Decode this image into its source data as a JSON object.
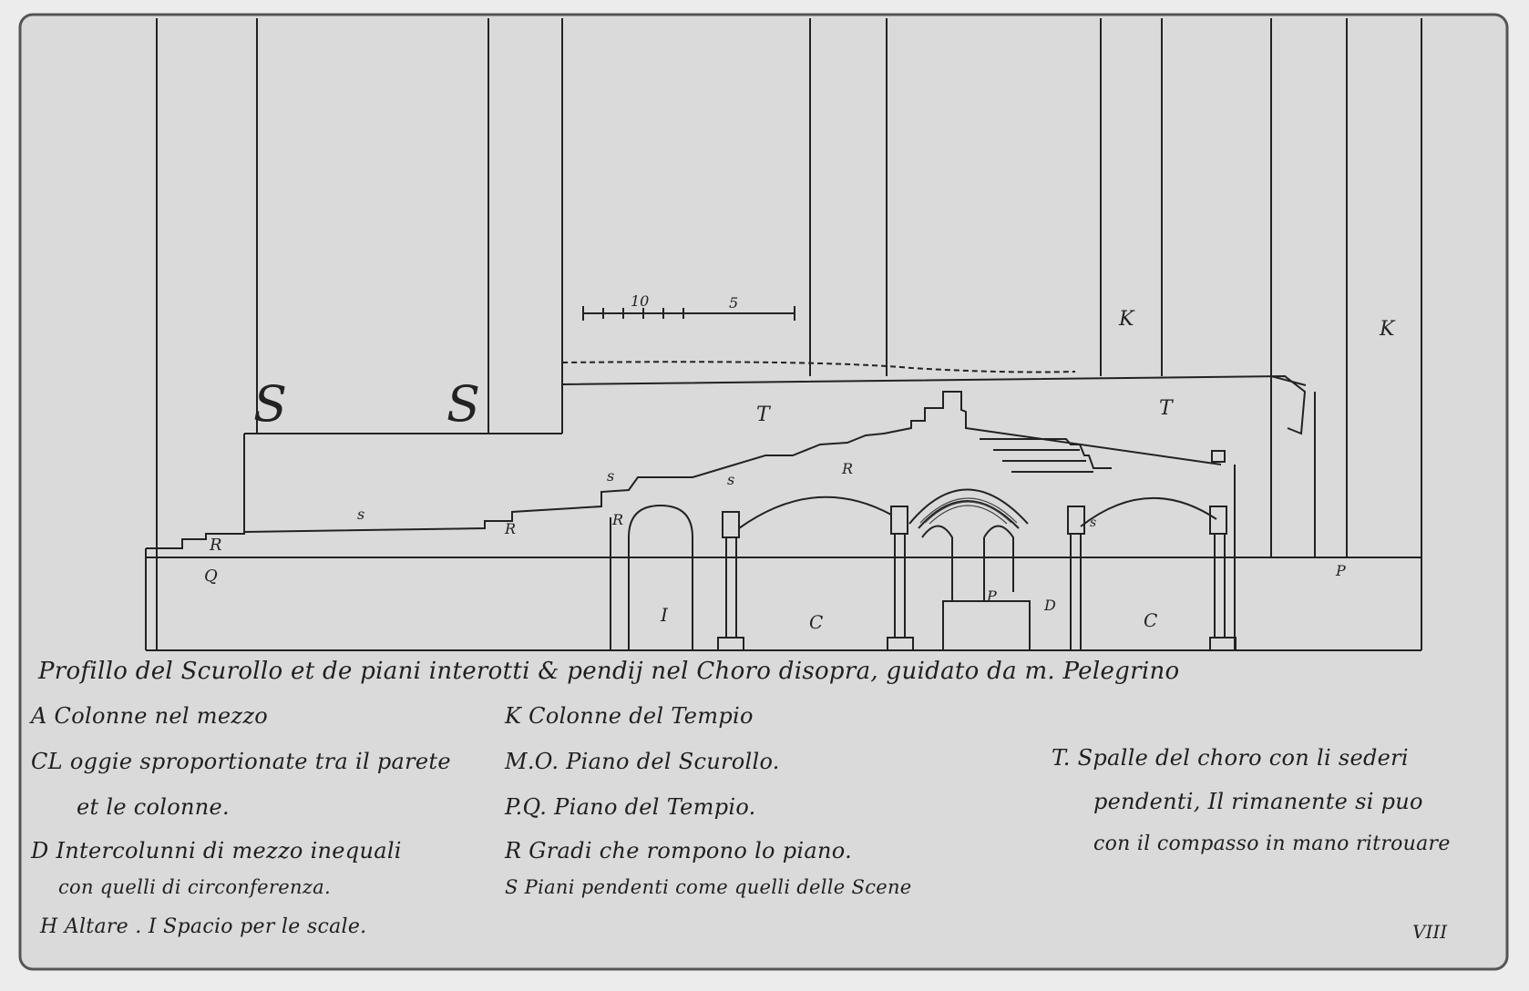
{
  "title": "Profillo del Scurollo et de piani interotti & pendij nel Choro disopra, guidato da m. Pelegrino",
  "legend": {
    "col1": [
      "A Colonne nel mezzo",
      "CL oggie sproportionate tra il parete",
      "et le colonne.",
      "D Intercolunni di mezzo inequali",
      "con quelli di circonferenza.",
      "H Altare . I Spacio per le scale."
    ],
    "col2": [
      "K Colonne del Tempio",
      "M.O. Piano del Scurollo.",
      "P.Q. Piano del Tempio.",
      "R Gradi che rompono lo piano.",
      "S Piani pendenti come quelli delle Scene"
    ],
    "col3": [
      "T. Spalle del choro con li sederi",
      "pendenti, Il rimanente si puo",
      "con il compasso in mano ritrouare"
    ]
  },
  "drawing_labels": {
    "K1": "K",
    "K2": "K",
    "T1": "T",
    "T2": "T",
    "S1": "S",
    "S2": "S",
    "Q": "Q",
    "P1": "P",
    "P2": "P",
    "R1": "R",
    "R2": "R",
    "R3": "R",
    "R4": "R",
    "I": "I",
    "C1": "C",
    "C2": "C",
    "D": "D",
    "scale_10": "10",
    "scale_5": "5",
    "s1": "s",
    "s2": "s",
    "s3": "s",
    "s4": "s",
    "plate_number": "VIII"
  },
  "colors": {
    "paper": "#dcdcdc",
    "ink": "#1e1e1e",
    "border": "#ececec"
  }
}
